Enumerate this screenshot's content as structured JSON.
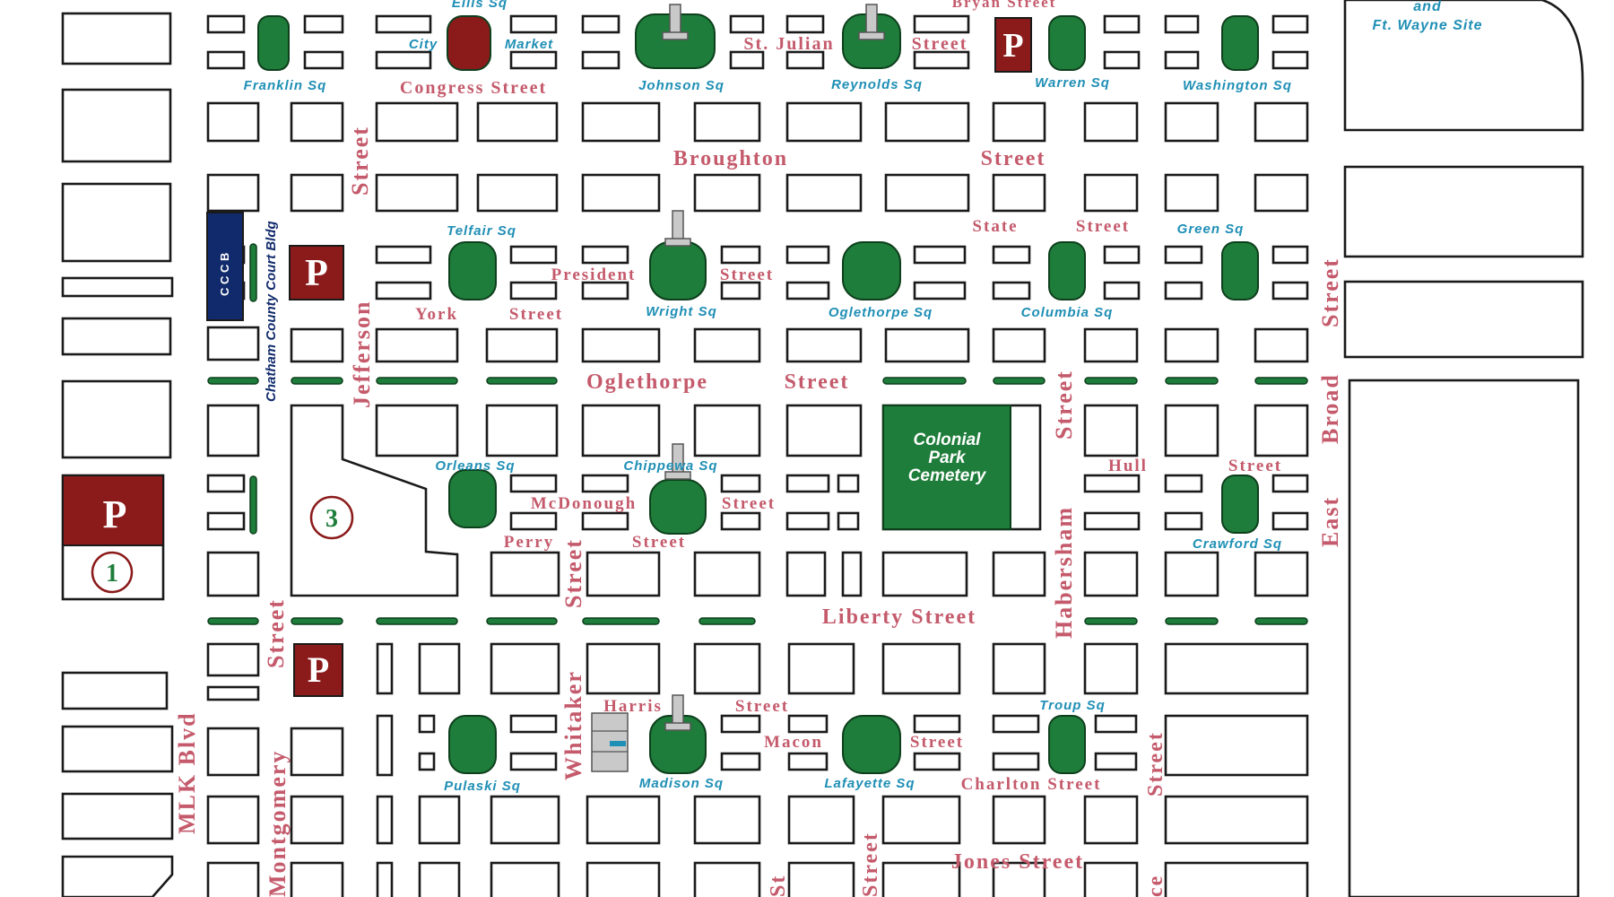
{
  "streets": {
    "bryan": "Bryan Street",
    "st_julian_a": "St. Julian",
    "st_julian_b": "Street",
    "congress": "Congress Street",
    "city": "City",
    "market": "Market",
    "broughton_a": "Broughton",
    "broughton_b": "Street",
    "state_a": "State",
    "state_b": "Street",
    "president_a": "President",
    "president_b": "Street",
    "york_a": "York",
    "york_b": "Street",
    "oglethorpe_a": "Oglethorpe",
    "oglethorpe_b": "Street",
    "hull_a": "Hull",
    "hull_b": "Street",
    "mcdonough_a": "McDonough",
    "mcdonough_b": "Street",
    "perry_a": "Perry",
    "perry_b": "Street",
    "liberty": "Liberty Street",
    "harris_a": "Harris",
    "harris_b": "Street",
    "macon_a": "Macon",
    "macon_b": "Street",
    "charlton": "Charlton  Street",
    "jones": "Jones Street",
    "jefferson": "Jefferson",
    "street_v1": "Street",
    "whitaker": "Whitaker",
    "street_v2": "Street",
    "habersham": "Habersham",
    "street_v3": "Street",
    "east_broad_a": "East",
    "east_broad_b": "Broad",
    "street_v4": "Street",
    "street_v5": "Street",
    "street_v6": "Street",
    "mlk": "MLK Blvd",
    "montgomery": "Montgomery",
    "st_abbrev": "St",
    "street_v7": "Street",
    "price_frag": "ce"
  },
  "squares": {
    "ellis": "Ellis Sq",
    "franklin": "Franklin Sq",
    "johnson": "Johnson Sq",
    "reynolds": "Reynolds Sq",
    "warren": "Warren Sq",
    "washington": "Washington Sq",
    "telfair": "Telfair Sq",
    "wright": "Wright  Sq",
    "oglethorpe": "Oglethorpe  Sq",
    "columbia": "Columbia Sq",
    "green": "Green Sq",
    "orleans": "Orleans Sq",
    "chippewa": "Chippewa Sq",
    "crawford": "Crawford Sq",
    "pulaski": "Pulaski Sq",
    "madison": "Madison Sq",
    "lafayette": "Lafayette Sq",
    "troup": "Troup Sq"
  },
  "landmarks": {
    "fort_line1": "and",
    "fort_line2": "Ft. Wayne Site",
    "cemetery_l1": "Colonial",
    "cemetery_l2": "Park",
    "cemetery_l3": "Cemetery",
    "cccb": "C C C B",
    "courthouse": "Chatham County Court Bldg"
  },
  "markers": {
    "parking": "P",
    "lot1": "1",
    "lot3": "3"
  },
  "colors": {
    "square_green": "#1e7d3a",
    "parking_red": "#8b1a1a",
    "street_label": "#c45a6b",
    "square_label": "#1f8fb5",
    "courthouse_navy": "#102a6b"
  }
}
